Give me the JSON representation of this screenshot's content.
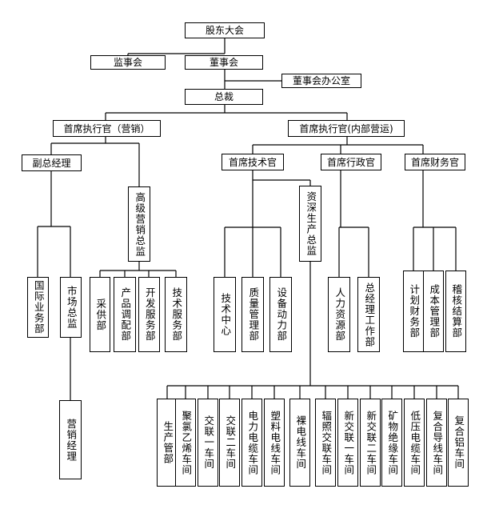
{
  "top": {
    "shareholders": "股东大会",
    "supervisory_board": "监事会",
    "board": "董事会",
    "board_office": "董事会办公室",
    "ceo": "总裁"
  },
  "executives": {
    "cmo": "首席执行官（营销）",
    "coo": "首席执行官(内部营运)",
    "vp": "副总经理",
    "cto": "首席技术官",
    "cao": "首席行政官",
    "cfo": "首席财务官"
  },
  "directors": {
    "senior_marketing": "高级营销总监",
    "senior_production": "资深生产总监",
    "market": "市场总监"
  },
  "departments": {
    "international": "国际业务部",
    "sales_manager": "营销经理",
    "procurement": "采供部",
    "product_dispatch": "产品调配部",
    "development_service": "开发服务部",
    "tech_service": "技术服务部",
    "tech_center": "技术中心",
    "quality": "质量管理部",
    "equipment_power": "设备动力部",
    "hr": "人力资源部",
    "gm_office": "总经理工作部",
    "planning_finance": "计划财务部",
    "cost_management": "成本管理部",
    "audit_accounting": "稽核结算部"
  },
  "workshops": [
    "生产管部",
    "聚氯乙烯车间",
    "交联一车间",
    "交联二车间",
    "电力电缆车间",
    "塑料电线车间",
    "裸电线车间",
    "辐照交联车间",
    "新交联一车间",
    "新交联二车间",
    "矿物绝缘车间",
    "低压电缆车间",
    "复合导线车间",
    "复合铝车间"
  ]
}
